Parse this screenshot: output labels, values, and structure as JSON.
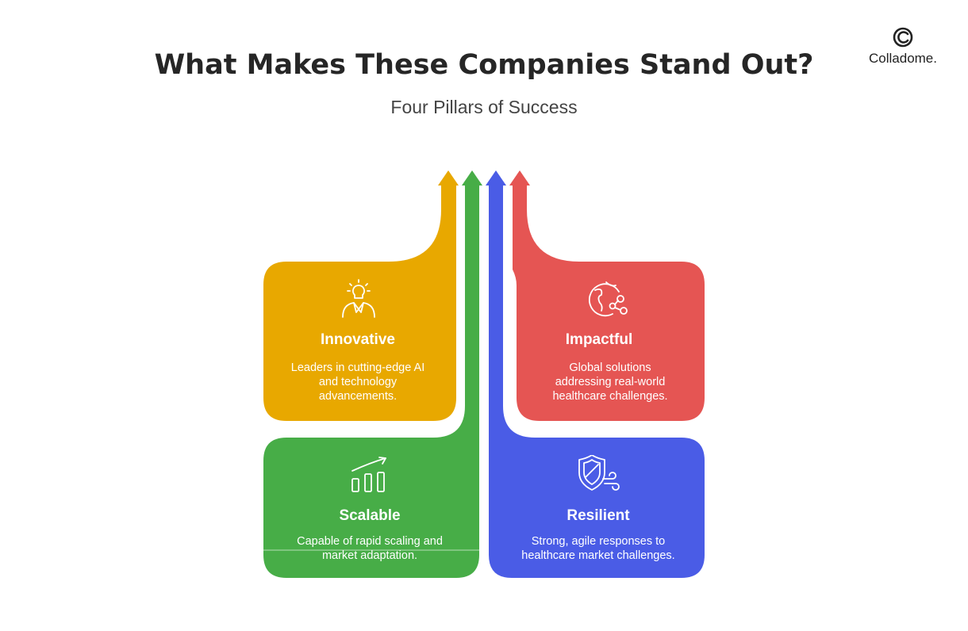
{
  "header": {
    "title": "What Makes These Companies Stand Out?",
    "subtitle": "Four Pillars of Success"
  },
  "brand": {
    "name": "Colladome."
  },
  "colors": {
    "yellow": "#E8A800",
    "green": "#47AD47",
    "blue": "#4A5CE6",
    "red": "#E55553"
  },
  "pillars": [
    {
      "title": "Innovative",
      "description": "Leaders in cutting-edge AI and technology advancements.",
      "desc_lines": [
        "Leaders in cutting-edge AI",
        "and technology",
        "advancements."
      ],
      "icon": "lightbulb-person-icon"
    },
    {
      "title": "Impactful",
      "description": "Global solutions addressing real-world healthcare challenges.",
      "desc_lines": [
        "Global solutions",
        "addressing real-world",
        "healthcare challenges."
      ],
      "icon": "globe-network-icon"
    },
    {
      "title": "Scalable",
      "description": "Capable of rapid scaling and market adaptation.",
      "desc_lines": [
        "Capable of rapid scaling and",
        "market adaptation."
      ],
      "icon": "growth-chart-icon"
    },
    {
      "title": "Resilient",
      "description": "Strong, agile responses to healthcare market challenges.",
      "desc_lines": [
        "Strong, agile responses to",
        "healthcare market challenges."
      ],
      "icon": "shield-wind-icon"
    }
  ]
}
